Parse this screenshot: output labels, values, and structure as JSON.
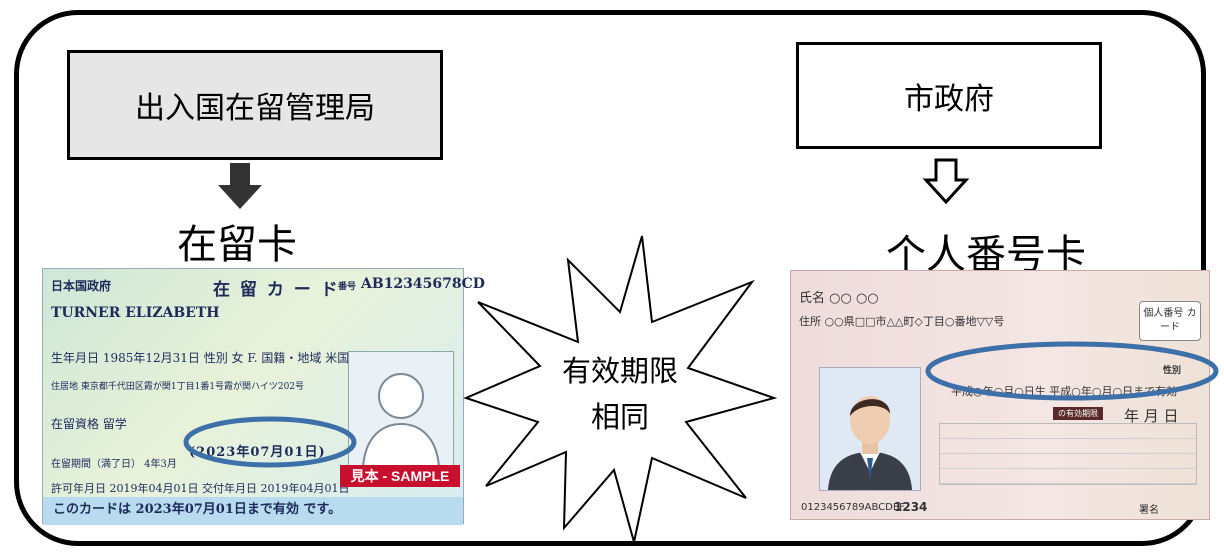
{
  "authority_left": "出入国在留管理局",
  "authority_right": "市政府",
  "card_left_label": "在留卡",
  "card_right_label": "个人番号卡",
  "burst_line1": "有效期限",
  "burst_line2": "相同",
  "residence_card": {
    "issuer": "日本国政府",
    "title": "在 留 カ ー ド",
    "number_label": "番号",
    "number": "AB12345678CD",
    "name": "TURNER ELIZABETH",
    "birth_line": "生年月日 1985年12月31日 性別 女 F. 国籍・地域 米国",
    "address_line": "住居地 東京都千代田区霞が関1丁目1番1号霞が関ハイツ202号",
    "status_line": "在留資格 留学",
    "period_line": "在留期間（満了日） 4年3月",
    "expiry_date": "(2023年07月01日)",
    "permission_line": "許可年月日 2019年04月01日 交付年月日 2019年04月01日",
    "validity_line": "このカードは 2023年07月01日まで有効 です。",
    "sample_label": "見本 - SAMPLE"
  },
  "mynumber_card": {
    "name_line": "氏名 ○○ ○○",
    "address_line": "住所 ○○県□□市△△町◇丁目○番地▽▽号",
    "logo": "個人番号 カード",
    "gender_label": "性別",
    "birth_line": "平成○年○月○日生 平成○年○月○日まで有効",
    "expiry_tag": "の有効期限",
    "ymd": "年 月 日",
    "card_number": "0123456789ABCDEF",
    "pin": "1234",
    "sign_label": "署名"
  },
  "colors": {
    "highlight_ellipse": "#3d6fa8",
    "left_box_fill": "#e6e6e6",
    "arrow_fill": "#333333",
    "sample_red": "#c8102e"
  }
}
